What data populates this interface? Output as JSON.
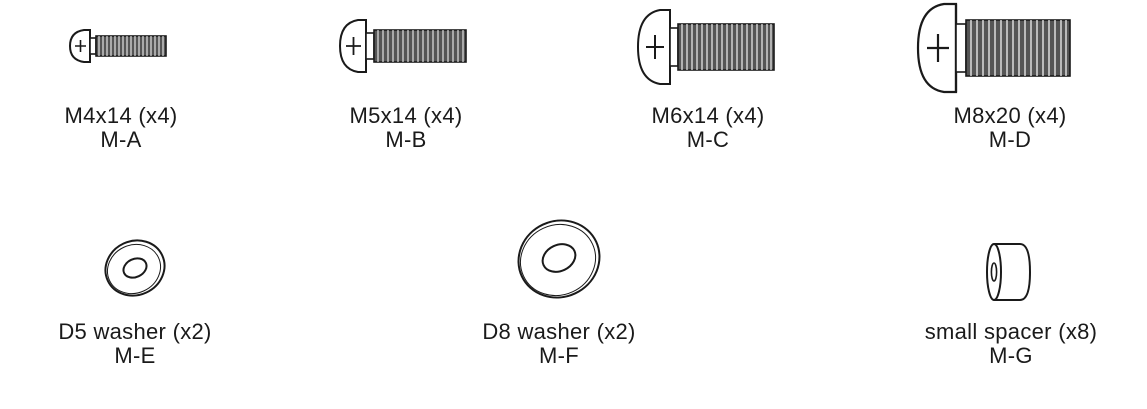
{
  "screws": [
    {
      "size": "M4x14 (x4)",
      "code": "M-A",
      "icon": "screw-icon"
    },
    {
      "size": "M5x14 (x4)",
      "code": "M-B",
      "icon": "screw-icon"
    },
    {
      "size": "M6x14 (x4)",
      "code": "M-C",
      "icon": "screw-icon"
    },
    {
      "size": "M8x20 (x4)",
      "code": "M-D",
      "icon": "screw-icon"
    }
  ],
  "washers": [
    {
      "size": "D5 washer (x2)",
      "code": "M-E",
      "icon": "washer-icon"
    },
    {
      "size": "D8 washer (x2)",
      "code": "M-F",
      "icon": "washer-icon"
    }
  ],
  "spacer": {
    "size": "small spacer (x8)",
    "code": "M-G",
    "icon": "spacer-icon"
  },
  "colors": {
    "ink": "#1a1a1a",
    "background": "#ffffff"
  }
}
